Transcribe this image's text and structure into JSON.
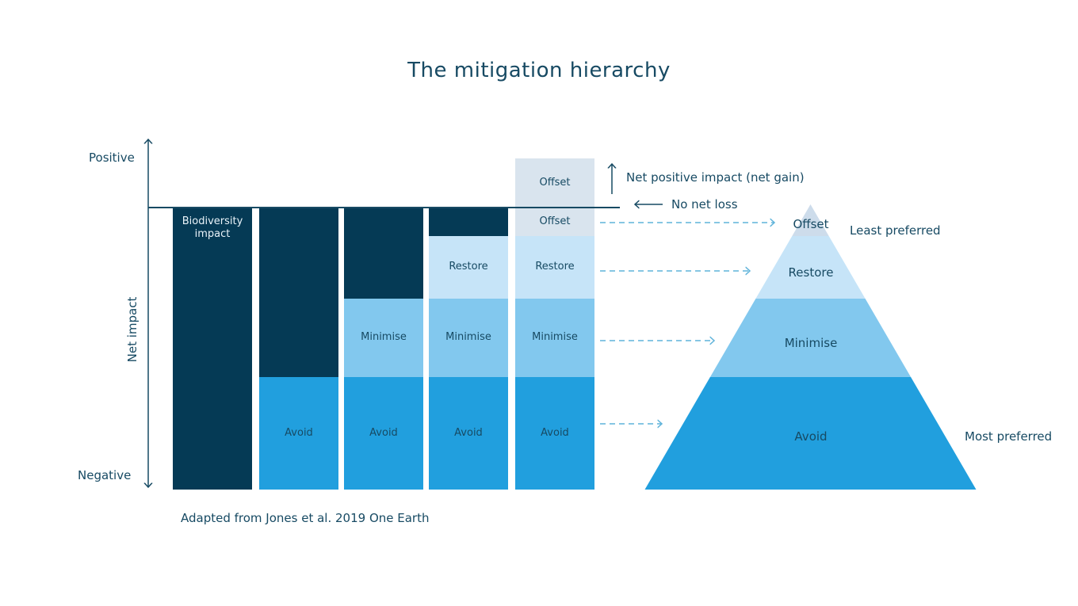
{
  "title": "The mitigation hierarchy",
  "annotations": {
    "net_gain_label": "Net positive impact (net gain)",
    "no_net_loss_label": "No net loss",
    "source": "Adapted from Jones et al. 2019 One Earth"
  },
  "colors": {
    "ink": "#174a63",
    "impact_navy": "#053a55",
    "avoid_blue": "#219fde",
    "minimise_blue": "#82c8ee",
    "restore_blue": "#c6e4f8",
    "offset_grey_blue": "#d9e4ee",
    "pyramid_tip": "#cddceb",
    "dashed_arrow_blue": "#5fb3da",
    "bar_text_light": "#e9f3f9"
  },
  "chart_data": {
    "type": "bar",
    "title": "The mitigation hierarchy",
    "ylabel": "Net impact",
    "ylim_labels": [
      "Negative",
      "Positive"
    ],
    "baseline_label": "No net loss",
    "grid": false,
    "bars": [
      {
        "name": "biodiversity-impact",
        "segments": [
          {
            "key": "impact",
            "label": "Biodiversity impact",
            "share": 1.0
          }
        ]
      },
      {
        "name": "after-avoid",
        "segments": [
          {
            "key": "residual",
            "label": "",
            "share": 0.6
          },
          {
            "key": "avoid",
            "label": "Avoid",
            "share": 0.4
          }
        ]
      },
      {
        "name": "after-minimise",
        "segments": [
          {
            "key": "residual",
            "label": "",
            "share": 0.32
          },
          {
            "key": "minimise",
            "label": "Minimise",
            "share": 0.28
          },
          {
            "key": "avoid",
            "label": "Avoid",
            "share": 0.4
          }
        ]
      },
      {
        "name": "after-restore",
        "segments": [
          {
            "key": "residual",
            "label": "",
            "share": 0.1
          },
          {
            "key": "restore",
            "label": "Restore",
            "share": 0.22
          },
          {
            "key": "minimise",
            "label": "Minimise",
            "share": 0.28
          },
          {
            "key": "avoid",
            "label": "Avoid",
            "share": 0.4
          }
        ]
      },
      {
        "name": "after-offset",
        "segments": [
          {
            "key": "offset-net-gain",
            "label": "Offset",
            "share": 0.17,
            "above_no_net_loss_line": true
          },
          {
            "key": "offset",
            "label": "Offset",
            "share": 0.1
          },
          {
            "key": "restore",
            "label": "Restore",
            "share": 0.22
          },
          {
            "key": "minimise",
            "label": "Minimise",
            "share": 0.28
          },
          {
            "key": "avoid",
            "label": "Avoid",
            "share": 0.4
          }
        ]
      }
    ],
    "pyramid": {
      "levels": [
        {
          "label": "Offset",
          "preference": "Least preferred"
        },
        {
          "label": "Restore"
        },
        {
          "label": "Minimise"
        },
        {
          "label": "Avoid",
          "preference": "Most preferred"
        }
      ]
    }
  }
}
